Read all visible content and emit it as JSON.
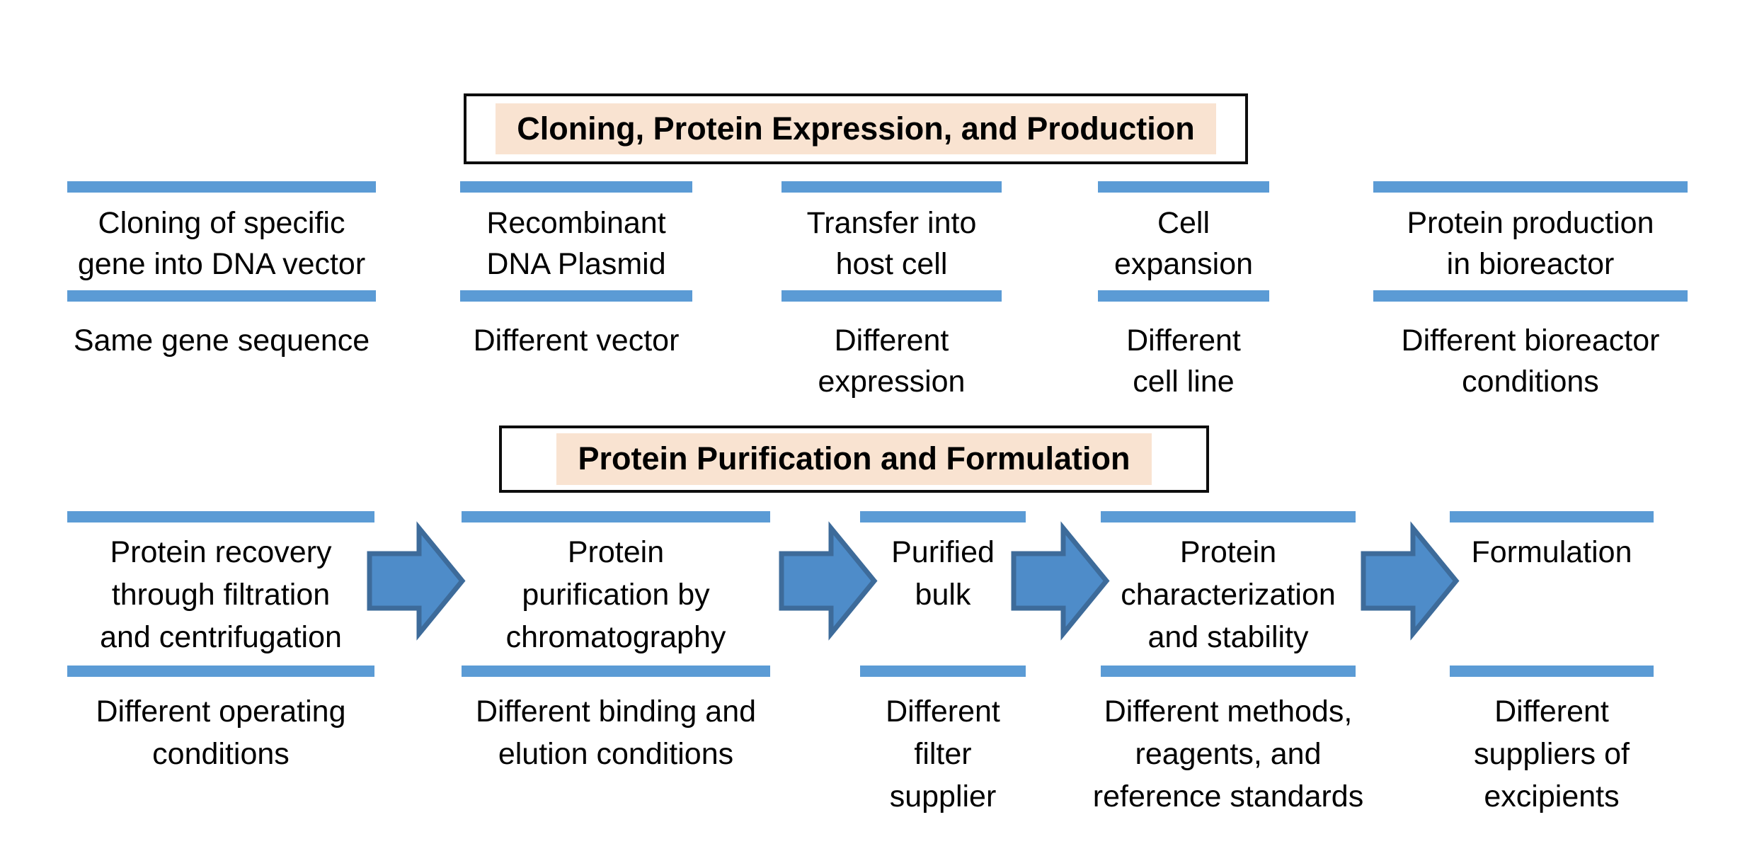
{
  "colors": {
    "bar": "#5b9bd5",
    "arrow_fill": "#4e8cc9",
    "arrow_stroke": "#3d6b9a",
    "title_highlight": "#f9e3d1",
    "title_border": "#0d0d0d",
    "text": "#000000",
    "background": "#ffffff"
  },
  "icons": {
    "flow_arrow": "right-block-arrow"
  },
  "sections": {
    "top": {
      "title": "Cloning, Protein Expression, and Production",
      "columns": [
        {
          "main": "Cloning of specific\ngene into DNA vector",
          "variation": "Same gene sequence"
        },
        {
          "main": "Recombinant\nDNA Plasmid",
          "variation": "Different vector"
        },
        {
          "main": "Transfer into\nhost cell",
          "variation": "Different\nexpression"
        },
        {
          "main": "Cell\nexpansion",
          "variation": "Different\ncell line"
        },
        {
          "main": "Protein production\nin bioreactor",
          "variation": "Different bioreactor\nconditions"
        }
      ]
    },
    "bottom": {
      "title": "Protein Purification and Formulation",
      "columns": [
        {
          "main": "Protein recovery\nthrough filtration\nand centrifugation",
          "variation": "Different operating\nconditions"
        },
        {
          "main": "Protein\npurification by\nchromatography",
          "variation": "Different binding and\nelution conditions"
        },
        {
          "main": "Purified\nbulk",
          "variation": "Different\nfilter\nsupplier"
        },
        {
          "main": "Protein\ncharacterization\nand stability",
          "variation": "Different methods,\nreagents, and\nreference standards"
        },
        {
          "main": "Formulation",
          "variation": "Different\nsuppliers of\nexcipients"
        }
      ]
    }
  }
}
